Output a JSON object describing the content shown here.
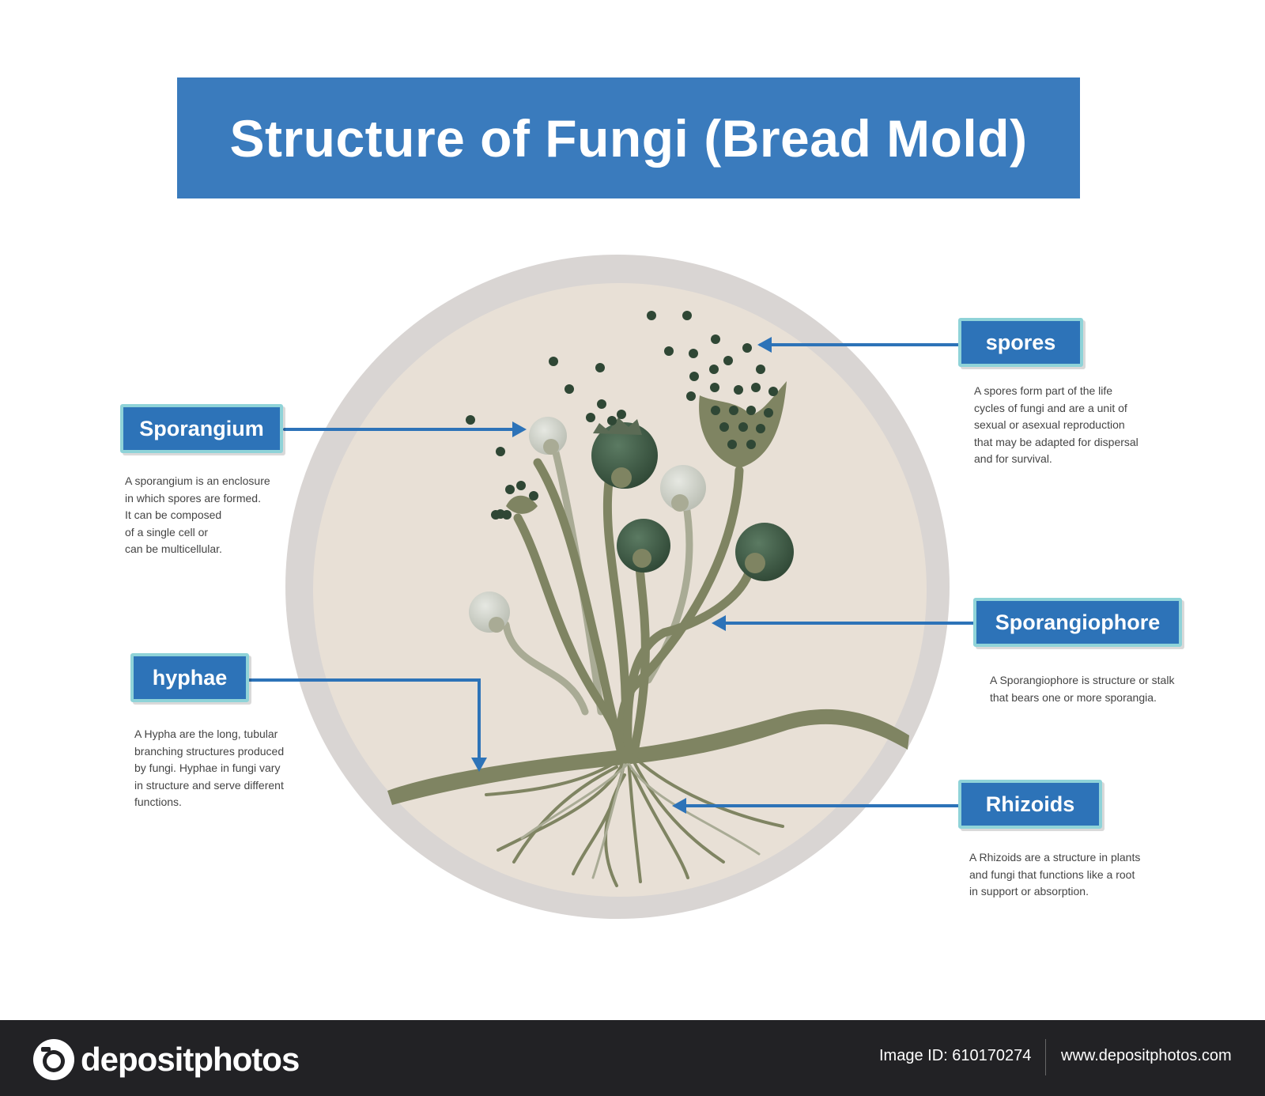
{
  "title": "Structure of Fungi (Bread Mold)",
  "labels": {
    "spores": {
      "name": "spores",
      "description": "A spores form part of the life\ncycles of fungi and are a unit of\nsexual or asexual reproduction\nthat may be adapted for dispersal\nand for survival."
    },
    "sporangium": {
      "name": "Sporangium",
      "description": "A sporangium is an enclosure\nin which spores are formed.\nIt can be composed\nof a single cell or\ncan be multicellular."
    },
    "sporangiophore": {
      "name": "Sporangiophore",
      "description": "A Sporangiophore is structure or stalk\nthat bears one or more sporangia."
    },
    "hyphae": {
      "name": "hyphae",
      "description": "A Hypha are the long, tubular\nbranching structures produced\nby fungi.  Hyphae in fungi vary\nin structure and serve different\nfunctions."
    },
    "rhizoids": {
      "name": "Rhizoids",
      "description": "A Rhizoids are a structure in plants\nand fungi that functions like a root\nin support or absorption."
    }
  },
  "colors": {
    "banner": "#3a7bbd",
    "label_box": "#2d73b8",
    "label_border": "#8fd3d8",
    "arrow": "#2d73b8",
    "circle_fill": "#e8e0d6",
    "circle_ring": "#d6d2cf",
    "stalk": "#7f8462",
    "sporangium_dark": "#3f5a45",
    "sporangium_light": "#c9cdc4",
    "footer_bg": "#222225"
  },
  "footer": {
    "logo_text": "depositphotos",
    "image_id": "Image ID: 610170274",
    "site": "www.depositphotos.com"
  }
}
